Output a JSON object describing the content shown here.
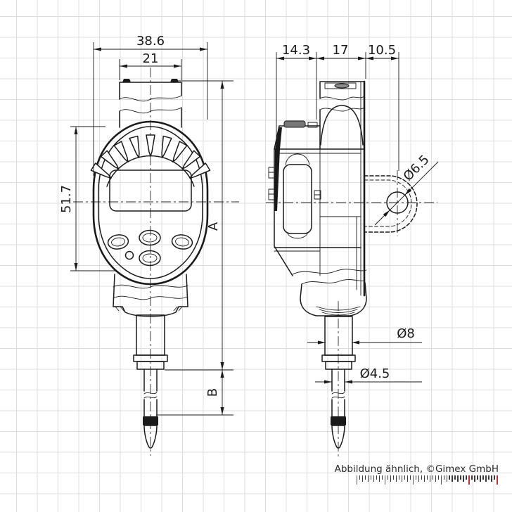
{
  "drawing": {
    "type": "technical-dimension-drawing",
    "subject": "digital dial indicator, front and side views"
  },
  "dimensions": {
    "total_width": "38.6",
    "cap_width": "21",
    "body_height": "51.7",
    "bezel_depth": "14.3",
    "body_depth": "17",
    "lug_offset": "10.5",
    "label_a": "A",
    "label_b": "B",
    "lug_hole_dia": "Ø6.5",
    "stem_dia": "Ø8",
    "spindle_dia": "Ø4.5"
  },
  "footer": {
    "caption": "Abbildung ähnlich, ©Gimex GmbH"
  },
  "colors": {
    "line": "#1a1a1a",
    "grid": "#dcdce0",
    "ruler_tick": "#3a3a3a",
    "ruler_major": "#b23434"
  },
  "ruler": {
    "major_segments": 5,
    "minor_per_major": 10
  }
}
